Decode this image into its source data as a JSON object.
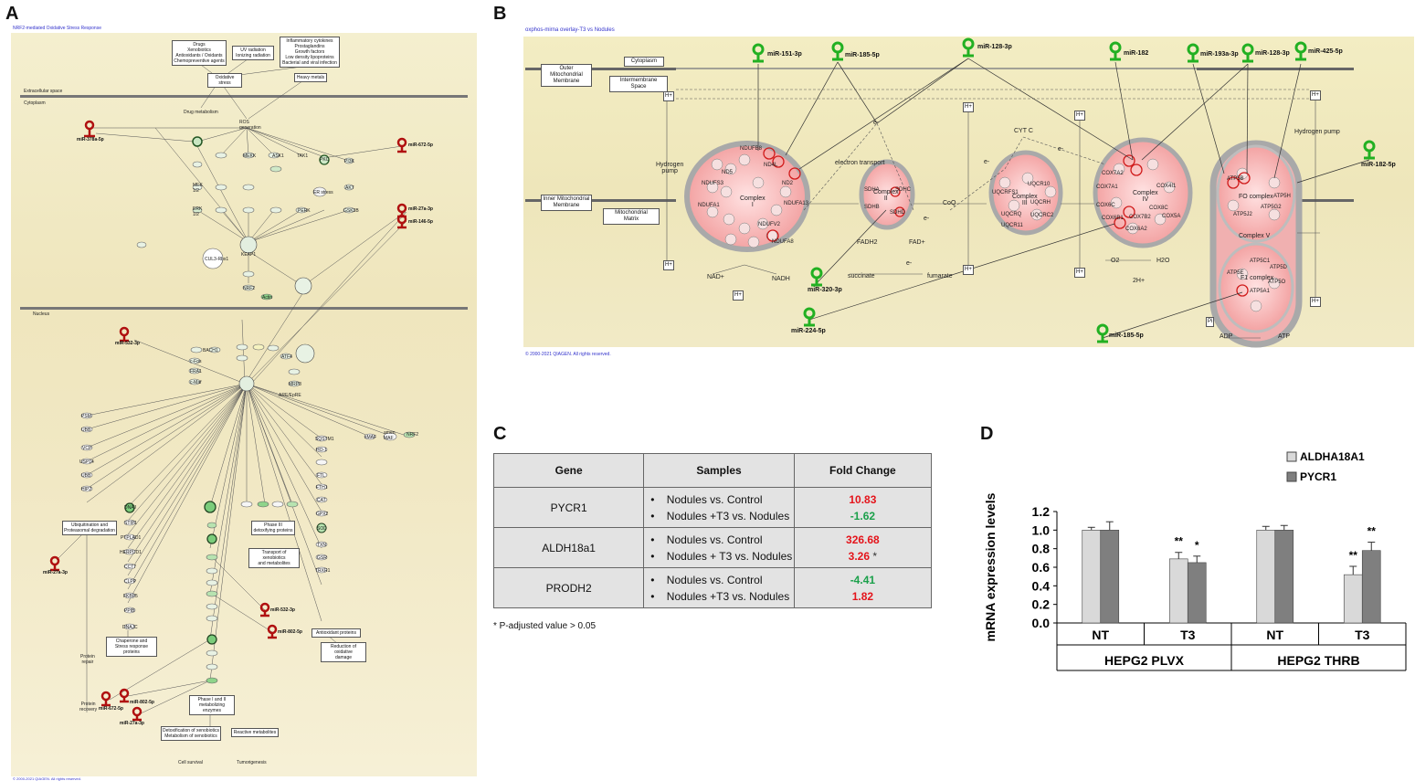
{
  "panels": {
    "a": "A",
    "b": "B",
    "c": "C",
    "d": "D"
  },
  "panel_a": {
    "title": "NRF2-mediated Oxidative Stress Response",
    "copyright": "© 2000-2021 QIAGEN. All rights reserved.",
    "compartments": [
      "Extracellular space",
      "Cytoplasm",
      "Nucleus"
    ],
    "stimuli": [
      "Drugs\nXenobiotics\nAntioxidants / Oxidants\nChemopreventive agents",
      "UV radiation\nIonizing radiation",
      "Inflammatory cytokines\nProstaglandins\nGrowth factors\nLow density lipoproteins\nBacterial and viral infection"
    ],
    "nodes": [
      "Oxidative stress",
      "Heavy metals",
      "Drug metabolism",
      "ROS\ngeneration",
      "MEKK",
      "ASK1",
      "TAK1",
      "PKC",
      "PI3K",
      "MEK\n1/2",
      "ERK\n1/2",
      "ER stress",
      "PERK",
      "AKT",
      "GSK3B",
      "KEAP1",
      "NRF2",
      "Actin",
      "CUL3-Rbx1",
      "ERK\n1/2",
      "BACH1",
      "c-Fos",
      "FRA1",
      "c-Maf",
      "sMaf",
      "ATF4",
      "MRP8",
      "ARE/EpRE",
      "SQSTM1",
      "HO-1",
      "NQO",
      "FTL",
      "FTH1",
      "CAT",
      "GPX2",
      "SOD",
      "TXN",
      "GSR",
      "TRXR1",
      "PSM",
      "UBB",
      "VCP",
      "USP14",
      "UBB",
      "HIP2",
      "DNAJ",
      "STIP1",
      "PTPLAD1",
      "HERPUD1",
      "CCT7",
      "CLPP",
      "FKBP5",
      "PPIB",
      "DNAJC",
      "Phase III\ndetoxifying proteins",
      "Transport of xenobiotics\nand metabolites",
      "Ubiquitination and\nProteasomal degradation",
      "Chaperone and\nStress response proteins",
      "Protein\nrepair",
      "Protein\nrecovery",
      "Antioxidant proteins",
      "Reduction of oxidative\ndamage",
      "Phase I and II\nmetabolizing enzymes",
      "Detoxification of xenobiotics\nMetabolism of xenobiotics",
      "Reactive metabolites",
      "Cell survival",
      "Tumorigenesis",
      "NRF2",
      "sMAF",
      "amen\nMAF"
    ],
    "mirnas": [
      "miR-378a-5p",
      "miR-672-5p",
      "miR-27a-3p",
      "miR-146-5p",
      "miR-532-3p",
      "miR-27a-3p",
      "miR-532-3p",
      "miR-802-5p",
      "miR-672-5p",
      "miR-802-5p",
      "miR-27a-3p"
    ]
  },
  "panel_b": {
    "title": "oxphos-mirna overlay-T3 vs Nodules",
    "copyright": "© 2000-2021 QIAGEN. All rights reserved.",
    "compartments": [
      "Outer Mitochondrial\nMembrane",
      "Cytoplasm",
      "Intermembrane\nSpace",
      "Inner Mitochondrial\nMembrane",
      "Mitochondrial\nMatrix"
    ],
    "complexes": [
      "Complex\nI",
      "Complex\nII",
      "Complex\nIII",
      "Complex\nIV",
      "Complex V",
      "FO complex",
      "F1 complex"
    ],
    "labels": [
      "Hydrogen\npump",
      "electron transport",
      "CoQ",
      "CYT C",
      "e-",
      "H+",
      "NAD+",
      "NADH",
      "FADH2",
      "FAD+",
      "succinate",
      "fumarate",
      "O2",
      "H2O",
      "2H+",
      "Hydrogen pump",
      "Pi",
      "ADP",
      "ATP",
      "SDHA",
      "SDHB",
      "SDHC",
      "SDHD",
      "UQCRFS1",
      "UQCR10",
      "UQCRH",
      "UQCRQ",
      "UQCRC2",
      "UQCR11",
      "COX7A2",
      "COX7A1",
      "COX6C",
      "COX6B1",
      "COX4I1",
      "COX5A",
      "COX8C",
      "COX7B2",
      "COX6A2",
      "ATP5A1",
      "ATP5B",
      "ATP5C1",
      "ATP5D",
      "ATP5O",
      "ATP5E",
      "ATP5H",
      "ATP5G2",
      "ATP5J2",
      "NDUFA1",
      "NDUFS3",
      "NDUFB8",
      "NDUFV2",
      "ND5",
      "ND4L",
      "ND2",
      "NDUFA13",
      "NDUFA8"
    ],
    "mirnas": [
      "miR-151-3p",
      "miR-185-5p",
      "miR-128-3p",
      "miR-182",
      "miR-193a-3p",
      "miR-128-3p",
      "miR-425-5p",
      "miR-182-5p",
      "miR-320-3p",
      "miR-224-5p",
      "miR-185-5p"
    ]
  },
  "panel_c": {
    "headers": [
      "Gene",
      "Samples",
      "Fold Change"
    ],
    "rows": [
      {
        "gene": "PYCR1",
        "samples": [
          "Nodules vs. Control",
          "Nodules +T3 vs. Nodules"
        ],
        "fc": [
          "10.83",
          "-1.62"
        ],
        "fc_marks": [
          "",
          ""
        ]
      },
      {
        "gene": "ALDH18a1",
        "samples": [
          "Nodules vs. Control",
          "Nodules + T3 vs. Nodules"
        ],
        "fc": [
          "326.68",
          "3.26"
        ],
        "fc_marks": [
          "",
          "*"
        ]
      },
      {
        "gene": "PRODH2",
        "samples": [
          "Nodules vs. Control",
          "Nodules +T3 vs. Nodules"
        ],
        "fc": [
          "-4.41",
          "1.82"
        ],
        "fc_marks": [
          "",
          ""
        ]
      }
    ],
    "bullet": "•",
    "footnote": "* P-adjusted value > 0.05",
    "colors": {
      "up": "#e4141b",
      "down": "#1aa04a"
    }
  },
  "chart_data": {
    "type": "bar",
    "ylabel": "mRNA expression levels",
    "ylim": [
      0,
      1.2
    ],
    "yticks": [
      "0.0",
      "0.2",
      "0.4",
      "0.6",
      "0.8",
      "1.0",
      "1.2"
    ],
    "categories": [
      "NT",
      "T3",
      "NT",
      "T3"
    ],
    "groups": [
      "HEPG2 PLVX",
      "HEPG2 THRB"
    ],
    "series": [
      {
        "name": "ALDHA18A1",
        "values": [
          1.0,
          0.69,
          1.0,
          0.52
        ],
        "errors": [
          0.03,
          0.07,
          0.04,
          0.09
        ],
        "sig": [
          "",
          "**",
          "",
          "**"
        ],
        "color": "#d9d9d9"
      },
      {
        "name": "PYCR1",
        "values": [
          1.0,
          0.65,
          1.0,
          0.78
        ],
        "errors": [
          0.09,
          0.07,
          0.05,
          0.09
        ],
        "sig": [
          "",
          "*",
          "",
          "**"
        ],
        "color": "#7f7f7f"
      }
    ],
    "legend": "top-right"
  }
}
